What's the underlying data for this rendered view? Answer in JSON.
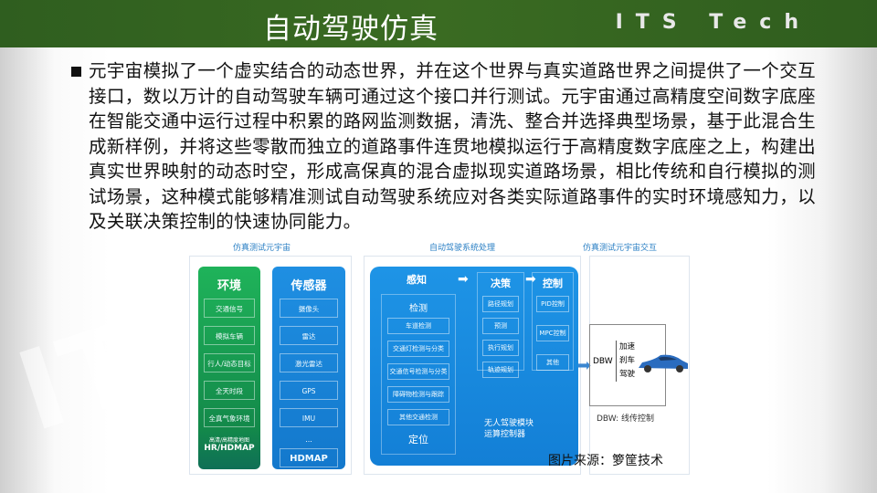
{
  "header": {
    "title": "自动驾驶仿真",
    "logo_text": "ITS Tech"
  },
  "watermark": "ITS",
  "paragraph": "元宇宙模拟了一个虚实结合的动态世界，并在这个世界与真实道路世界之间提供了一个交互接口，数以万计的自动驾驶车辆可通过这个接口并行测试。元宇宙通过高精度空间数字底座在智能交通中运行过程中积累的路网监测数据，清洗、整合并选择典型场景，基于此混合生成新样例，并将这些零散而独立的道路事件连贯地模拟运行于高精度数字底座之上，构建出真实世界映射的动态时空，形成高保真的混合虚拟现实道路场景，相比传统和自行模拟的测试场景，这种模式能够精准测试自动驾驶系统应对各类实际道路事件的实时环境感知力，以及关联决策控制的快速协同能力。",
  "diagram": {
    "sec1": "仿真测试元宇宙",
    "sec2": "自动驾驶系统处理",
    "sec3": "仿真测试元宇宙交互",
    "env": {
      "title": "环境",
      "items": [
        "交通信号",
        "模拟车辆",
        "行人/动态目标",
        "全天时段",
        "全真气象环境"
      ],
      "map_cn": "高清/高精度地图",
      "map_en": "HR/HDMAP"
    },
    "sensor": {
      "title": "传感器",
      "items": [
        "摄像头",
        "雷达",
        "激光雷达",
        "GPS",
        "IMU",
        "..."
      ],
      "footer": "HDMAP"
    },
    "perception": {
      "title": "感知",
      "sub": "检测",
      "items": [
        "车道检测",
        "交通灯检测与分类",
        "交通信号检测与分类",
        "障碍物检测与跟踪",
        "其他交通检测"
      ],
      "loc": "定位"
    },
    "decision": {
      "title": "决策",
      "items": [
        "路径规划",
        "预测",
        "执行规划",
        "轨迹规划"
      ]
    },
    "control": {
      "title": "控制",
      "items": [
        "PID控制",
        "MPC控制",
        "其他"
      ]
    },
    "controller": [
      "无人驾驶模块",
      "运算控制器"
    ],
    "dbw": {
      "label": "DBW",
      "actions": [
        "加速",
        "刹车",
        "驾驶"
      ],
      "caption": "DBW: 线传控制"
    },
    "source": "图片来源：箩筐技术"
  },
  "colors": {
    "header": "#356620",
    "green": "#1fa84f",
    "blue": "#1a8fe0"
  }
}
